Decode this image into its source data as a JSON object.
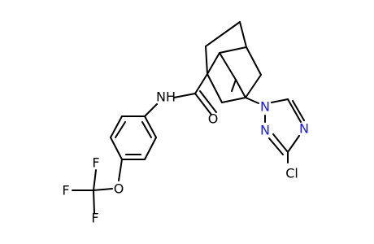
{
  "molecule": {
    "atoms": {
      "nh": "NH",
      "o_carbonyl": "O",
      "n1": "N",
      "n2": "N",
      "n4": "N",
      "cl": "Cl",
      "o_ether": "O",
      "f1": "F",
      "f2": "F",
      "f3": "F"
    }
  },
  "colors": {
    "bond": "#000000",
    "nitrogen": "#1515ff",
    "background": "#ffffff"
  }
}
